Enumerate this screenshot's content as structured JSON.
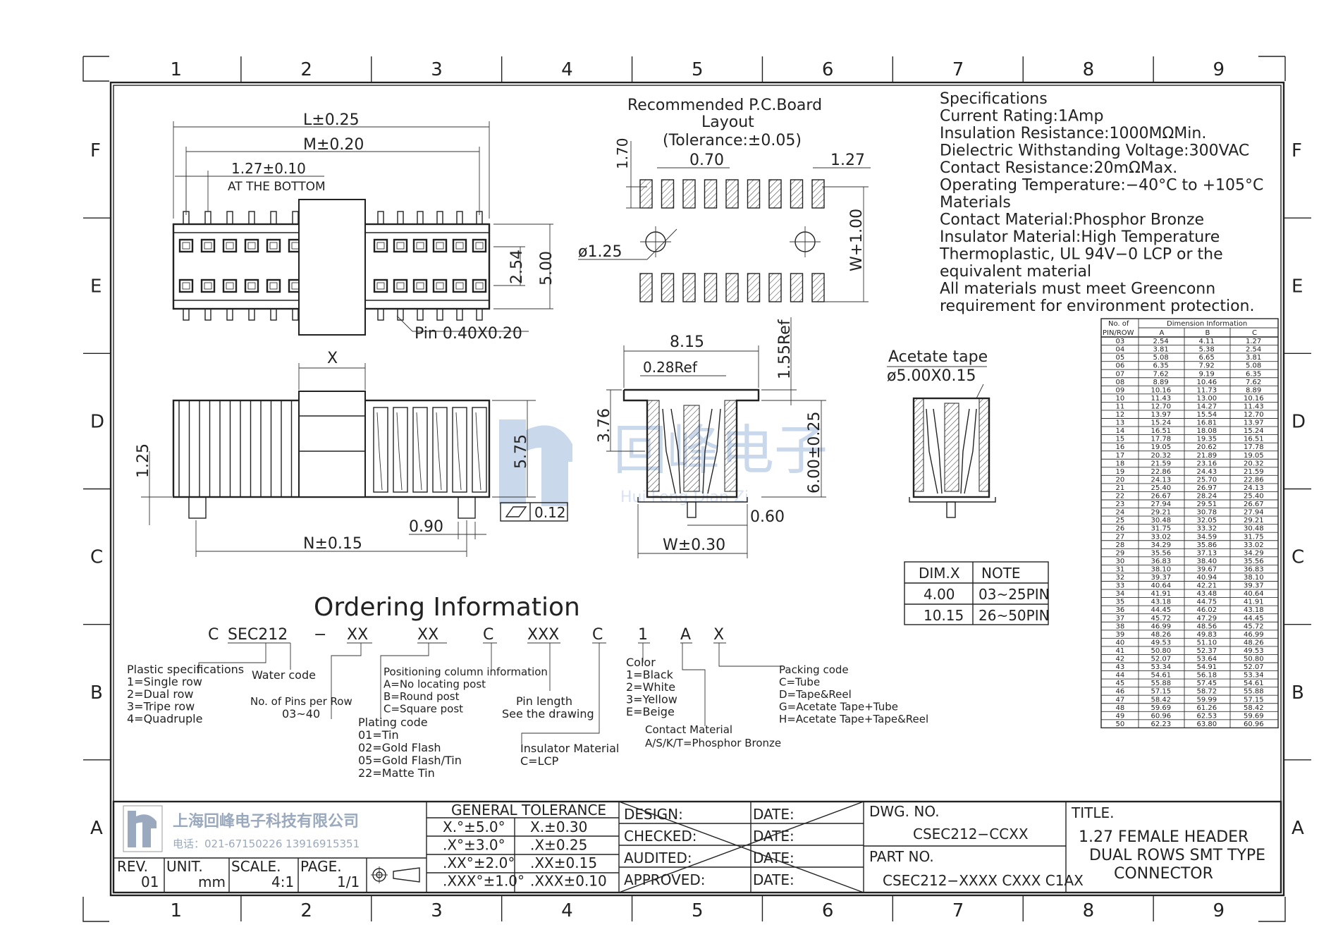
{
  "zones": {
    "columns": [
      "1",
      "2",
      "3",
      "4",
      "5",
      "6",
      "7",
      "8",
      "9"
    ],
    "rows": [
      "F",
      "E",
      "D",
      "C",
      "B",
      "A"
    ]
  },
  "top_view": {
    "dim_L": "L±0.25",
    "dim_M": "M±0.20",
    "dim_pitch": "1.27±0.10",
    "dim_pitch_note": "AT THE BOTTOM",
    "dim_row": "2.54",
    "dim_height": "5.00",
    "pin_note": "Pin 0.40X0.20"
  },
  "pcb_layout": {
    "title_1": "Recommended P.C.Board",
    "title_2": "Layout",
    "tolerance": "(Tolerance:±0.05)",
    "dim_pad_len": "1.70",
    "dim_pad_w": "0.70",
    "dim_pitch": "1.27",
    "dim_hole": "ø1.25",
    "dim_w": "W+1.00"
  },
  "specifications": [
    "Specifications",
    "Current Rating:1Amp",
    "Insulation Resistance:1000MΩMin.",
    "Dielectric Withstanding Voltage:300VAC",
    "Contact Resistance:20mΩMax.",
    "Operating Temperature:−40°C to +105°C",
    "Materials",
    "Contact Material:Phosphor Bronze",
    "Insulator Material:High Temperature",
    "Thermoplastic, UL 94V−0 LCP or the",
    "equivalent material",
    "All materials must meet Greenconn",
    "requirement for environment protection."
  ],
  "side_view": {
    "dim_x": "X",
    "dim_125": "1.25",
    "dim_575": "5.75",
    "dim_090": "0.90",
    "dim_n": "N±0.15",
    "flatness": "0.12"
  },
  "section_view": {
    "dim_815": "8.15",
    "dim_028": "0.28Ref",
    "dim_155": "1.55Ref",
    "dim_376": "3.76",
    "dim_600": "6.00±0.25",
    "dim_060": "0.60",
    "dim_w": "W±0.30"
  },
  "tape_view": {
    "label": "Acetate tape",
    "dim": "ø5.00X0.15"
  },
  "dimx_table": {
    "headers": [
      "DIM.X",
      "NOTE"
    ],
    "rows": [
      [
        "4.00",
        "03~25PIN"
      ],
      [
        "10.15",
        "26~50PIN"
      ]
    ]
  },
  "dimension_table": {
    "header_left_1": "No. of",
    "header_left_2": "PIN/ROW",
    "header_group": "Dimension Information",
    "columns": [
      "A",
      "B",
      "C"
    ],
    "rows": [
      [
        "03",
        "2.54",
        "4.11",
        "1.27"
      ],
      [
        "04",
        "3.81",
        "5.38",
        "2.54"
      ],
      [
        "05",
        "5.08",
        "6.65",
        "3.81"
      ],
      [
        "06",
        "6.35",
        "7.92",
        "5.08"
      ],
      [
        "07",
        "7.62",
        "9.19",
        "6.35"
      ],
      [
        "08",
        "8.89",
        "10.46",
        "7.62"
      ],
      [
        "09",
        "10.16",
        "11.73",
        "8.89"
      ],
      [
        "10",
        "11.43",
        "13.00",
        "10.16"
      ],
      [
        "11",
        "12.70",
        "14.27",
        "11.43"
      ],
      [
        "12",
        "13.97",
        "15.54",
        "12.70"
      ],
      [
        "13",
        "15.24",
        "16.81",
        "13.97"
      ],
      [
        "14",
        "16.51",
        "18.08",
        "15.24"
      ],
      [
        "15",
        "17.78",
        "19.35",
        "16.51"
      ],
      [
        "16",
        "19.05",
        "20.62",
        "17.78"
      ],
      [
        "17",
        "20.32",
        "21.89",
        "19.05"
      ],
      [
        "18",
        "21.59",
        "23.16",
        "20.32"
      ],
      [
        "19",
        "22.86",
        "24.43",
        "21.59"
      ],
      [
        "20",
        "24.13",
        "25.70",
        "22.86"
      ],
      [
        "21",
        "25.40",
        "26.97",
        "24.13"
      ],
      [
        "22",
        "26.67",
        "28.24",
        "25.40"
      ],
      [
        "23",
        "27.94",
        "29.51",
        "26.67"
      ],
      [
        "24",
        "29.21",
        "30.78",
        "27.94"
      ],
      [
        "25",
        "30.48",
        "32.05",
        "29.21"
      ],
      [
        "26",
        "31.75",
        "33.32",
        "30.48"
      ],
      [
        "27",
        "33.02",
        "34.59",
        "31.75"
      ],
      [
        "28",
        "34.29",
        "35.86",
        "33.02"
      ],
      [
        "29",
        "35.56",
        "37.13",
        "34.29"
      ],
      [
        "30",
        "36.83",
        "38.40",
        "35.56"
      ],
      [
        "31",
        "38.10",
        "39.67",
        "36.83"
      ],
      [
        "32",
        "39.37",
        "40.94",
        "38.10"
      ],
      [
        "33",
        "40.64",
        "42.21",
        "39.37"
      ],
      [
        "34",
        "41.91",
        "43.48",
        "40.64"
      ],
      [
        "35",
        "43.18",
        "44.75",
        "41.91"
      ],
      [
        "36",
        "44.45",
        "46.02",
        "43.18"
      ],
      [
        "37",
        "45.72",
        "47.29",
        "44.45"
      ],
      [
        "38",
        "46.99",
        "48.56",
        "45.72"
      ],
      [
        "39",
        "48.26",
        "49.83",
        "46.99"
      ],
      [
        "40",
        "49.53",
        "51.10",
        "48.26"
      ],
      [
        "41",
        "50.80",
        "52.37",
        "49.53"
      ],
      [
        "42",
        "52.07",
        "53.64",
        "50.80"
      ],
      [
        "43",
        "53.34",
        "54.91",
        "52.07"
      ],
      [
        "44",
        "54.61",
        "56.18",
        "53.34"
      ],
      [
        "45",
        "55.88",
        "57.45",
        "54.61"
      ],
      [
        "46",
        "57.15",
        "58.72",
        "55.88"
      ],
      [
        "47",
        "58.42",
        "59.99",
        "57.15"
      ],
      [
        "48",
        "59.69",
        "61.26",
        "58.42"
      ],
      [
        "49",
        "60.96",
        "62.53",
        "59.69"
      ],
      [
        "50",
        "62.23",
        "63.80",
        "60.96"
      ]
    ]
  },
  "ordering": {
    "title": "Ordering Information",
    "code_parts": [
      "C",
      "SEC212",
      "−",
      "XX",
      "XX",
      "C",
      "XXX",
      "C",
      "1",
      "A",
      "X"
    ],
    "plastic_spec": [
      "Plastic specifications",
      "1=Single row",
      "2=Dual row",
      "3=Tripe row",
      "4=Quadruple"
    ],
    "water_code": "Water code",
    "pins_per_row": [
      "No. of Pins per Row",
      "03~40"
    ],
    "positioning": [
      "Positioning column information",
      "A=No locating post",
      "B=Round post",
      "C=Square post"
    ],
    "plating": [
      "Plating code",
      "01=Tin",
      "02=Gold Flash",
      "05=Gold Flash/Tin",
      "22=Matte Tin"
    ],
    "pin_length": [
      "Pin length",
      "See the drawing"
    ],
    "insulator": [
      "Insulator Material",
      "C=LCP"
    ],
    "color": [
      "Color",
      "1=Black",
      "2=White",
      "3=Yellow",
      "E=Beige"
    ],
    "contact": [
      "Contact Material",
      "A/S/K/T=Phosphor Bronze"
    ],
    "packing": [
      "Packing code",
      "C=Tube",
      "D=Tape&Reel",
      "G=Acetate Tape+Tube",
      "H=Acetate Tape+Tape&Reel"
    ]
  },
  "title_block": {
    "company": "上海回峰电子科技有限公司",
    "phone": "电话：021-67150226  13916915351",
    "rev_label": "REV.",
    "rev": "01",
    "unit_label": "UNIT.",
    "unit": "mm",
    "scale_label": "SCALE.",
    "scale": "4:1",
    "page_label": "PAGE.",
    "page": "1/1",
    "tolerance_title": "GENERAL TOLERANCE",
    "tolerances": [
      [
        "X.°±5.0°",
        "X.±0.30"
      ],
      [
        ".X°±3.0°",
        ".X±0.25"
      ],
      [
        ".XX°±2.0°",
        ".XX±0.15"
      ],
      [
        ".XXX°±1.0°",
        ".XXX±0.10"
      ]
    ],
    "signoff": [
      [
        "DESIGN:",
        "DATE:"
      ],
      [
        "CHECKED:",
        "DATE:"
      ],
      [
        "AUDITED:",
        "DATE:"
      ],
      [
        "APPROVED:",
        "DATE:"
      ]
    ],
    "dwg_label": "DWG. NO.",
    "dwg_no": "CSEC212−CCXX",
    "part_label": "PART NO.",
    "part_no": "CSEC212−XXXX CXXX C1AX",
    "title_label": "TITLE.",
    "title": [
      "1.27 FEMALE HEADER",
      "DUAL ROWS SMT TYPE",
      "CONNECTOR"
    ]
  },
  "watermark": {
    "text": "回峰电子",
    "sub": "Hui Feng Dian Zi",
    "color": "#b9cbe6"
  }
}
